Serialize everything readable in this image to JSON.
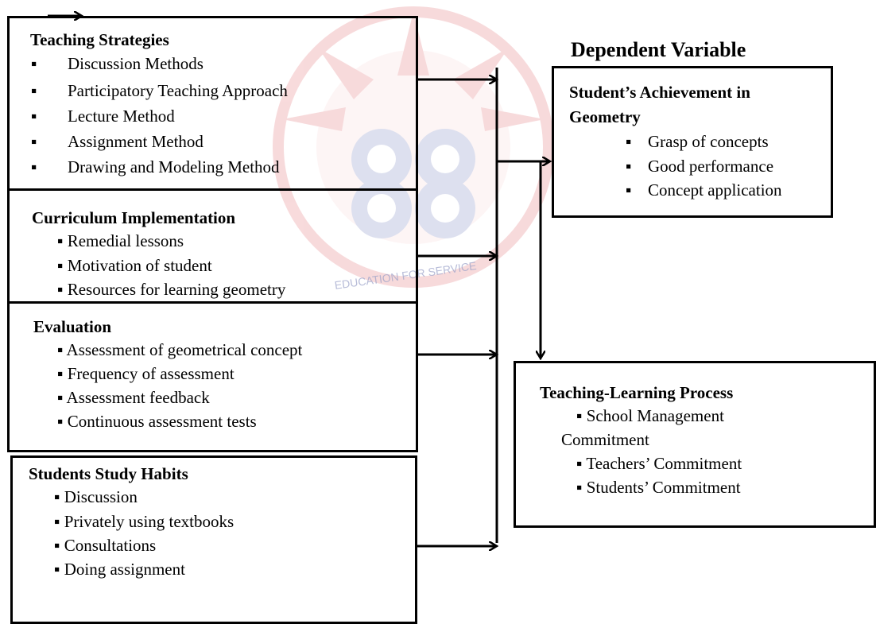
{
  "header": {
    "dependent_variable": "Dependent Variable"
  },
  "teaching_strategies": {
    "title": "Teaching Strategies",
    "items": [
      "Discussion Methods",
      "Participatory Teaching Approach",
      "Lecture Method",
      "Assignment Method",
      "Drawing and Modeling Method"
    ]
  },
  "curriculum": {
    "title": "Curriculum Implementation",
    "items": [
      "Remedial lessons",
      "Motivation of student",
      "Resources for learning geometry"
    ]
  },
  "evaluation": {
    "title": "Evaluation",
    "items": [
      "Assessment of geometrical concept",
      "Frequency of assessment",
      "Assessment feedback",
      "Continuous assessment tests"
    ]
  },
  "study_habits": {
    "title": "Students Study Habits",
    "items": [
      "Discussion",
      "Privately using textbooks",
      "Consultations",
      "Doing assignment"
    ]
  },
  "achievement": {
    "title_line1": "Student’s Achievement in",
    "title_line2": "Geometry",
    "items": [
      "Grasp of concepts",
      "Good performance",
      "Concept application"
    ]
  },
  "process": {
    "title": "Teaching-Learning Process",
    "items": [
      "School Management",
      "Commitment",
      "Teachers’ Commitment",
      "Students’ Commitment"
    ]
  },
  "watermark": {
    "text": "EDUCATION FOR SERVICE",
    "color": "#d7373f"
  }
}
